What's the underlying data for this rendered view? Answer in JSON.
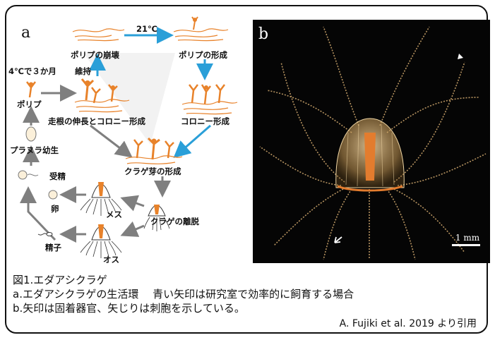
{
  "panel_a": {
    "letter": "a",
    "labels": {
      "polyp_collapse": "ポリプの崩壊",
      "temp_21": "21℃",
      "polyp_formation": "ポリプの形成",
      "maintain": "維持",
      "four_deg": "4℃で３か月",
      "polyp": "ポリプ",
      "stolon_colony": "走根の伸長とコロニー形成",
      "colony_formation": "コロニー形成",
      "planula": "プラヌラ幼生",
      "medusa_bud": "クラゲ芽の形成",
      "fertilization": "受精",
      "egg": "卵",
      "female": "メス",
      "medusa_release": "クラゲの離脱",
      "sperm": "精子",
      "male": "オス"
    }
  },
  "panel_b": {
    "letter": "b",
    "scale": "1 mm"
  },
  "caption": {
    "title": "図1.エダアシクラゲ",
    "line_a": "a.エダアシクラゲの生活環　 青い矢印は研究室で効率的に飼育する場合",
    "line_b": "b.矢印は固着器官、矢じりは刺胞を示している。",
    "credit": "A. Fujiki et al. 2019 より引用"
  },
  "colors": {
    "blue_arrow": "#2a9fd8",
    "gray_arrow": "#7f7f7f",
    "polyp_orange": "#e8822a"
  }
}
